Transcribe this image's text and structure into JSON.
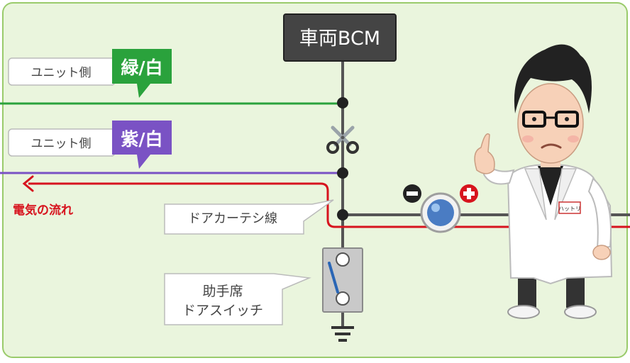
{
  "bcm_label": "車両BCM",
  "wires": [
    {
      "side_label": "ユニット側",
      "tag": "緑/白",
      "color": "#2aa23c"
    },
    {
      "side_label": "ユニット側",
      "tag": "紫/白",
      "color": "#7a52c4"
    }
  ],
  "current_flow_label": "電気の流れ",
  "door_courtesy_label": "ドアカーテシ線",
  "switch_label_line1": "助手席",
  "switch_label_line2": "ドアスイッチ",
  "badge_text": "ハットリ",
  "colors": {
    "background": "#eaf5dd",
    "frame": "#9acb6b",
    "bcm_box": "#444444",
    "current_red": "#d7141e",
    "ground_wire": "#555555"
  },
  "icons": [
    "scissors-icon",
    "minus-icon",
    "plus-icon",
    "lamp-icon",
    "ground-icon",
    "presenter-character"
  ]
}
